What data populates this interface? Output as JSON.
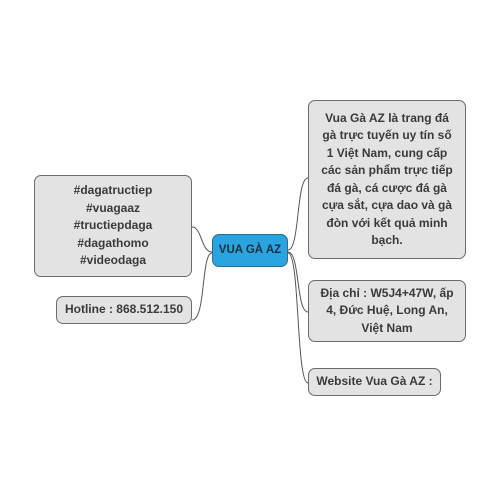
{
  "central_topic": "VUA GÀ AZ",
  "hashtags": [
    "#dagatructiep",
    "#vuagaaz",
    "#tructiepdaga",
    "#dagathomo",
    "#videodaga"
  ],
  "hotline": "Hotline : 868.512.150",
  "description_lines": [
    "Vua Gà AZ là trang đá",
    "gà trực tuyến uy tín số",
    "1 Việt Nam, cung cấp",
    "các sản phẩm trực tiếp",
    "đá gà, cá cược đá gà",
    "cựa sắt, cựa dao và gà",
    "đòn với kết quả minh",
    "bạch."
  ],
  "address_lines": [
    "Địa chỉ : W5J4+47W, ấp",
    "4, Đức Huệ, Long An,",
    "Việt Nam"
  ],
  "website": "Website Vua Gà AZ :",
  "colors": {
    "central_fill": "#2aa4e0",
    "node_fill": "#e3e3e3",
    "node_border": "#6b6b6b",
    "connector": "#555555"
  }
}
